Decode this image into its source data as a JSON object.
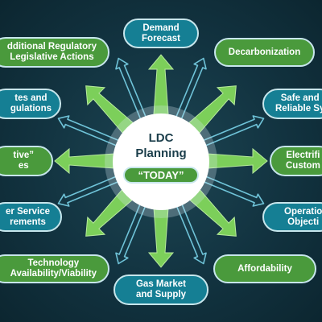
{
  "center": {
    "title": "LDC\nPlanning",
    "badge": "“TODAY”"
  },
  "nodes": {
    "demand_forecast": "Demand\nForecast",
    "decarbonization": "Decarbonization",
    "safe_reliable": "Safe and\nReliable Sy",
    "electrification": "Electrifi\nCustom",
    "operational": "Operatio\nObjecti",
    "affordability": "Affordability",
    "gas_market": "Gas Market\nand Supply",
    "technology": "Technology\nAvailability/Viability",
    "customer_service": "er Service\nrements",
    "initiatives": "tive”\nes",
    "rates_regulations": "tes and\ngulations",
    "regulatory_legislative": "dditional Regulatory\nLegislative Actions"
  },
  "colors": {
    "background": "#123340",
    "teal_pill": "#157f94",
    "green_pill": "#4a9a3c",
    "arrow_green": "#7ccf5a",
    "arrow_outline": "#6fc3d8"
  }
}
